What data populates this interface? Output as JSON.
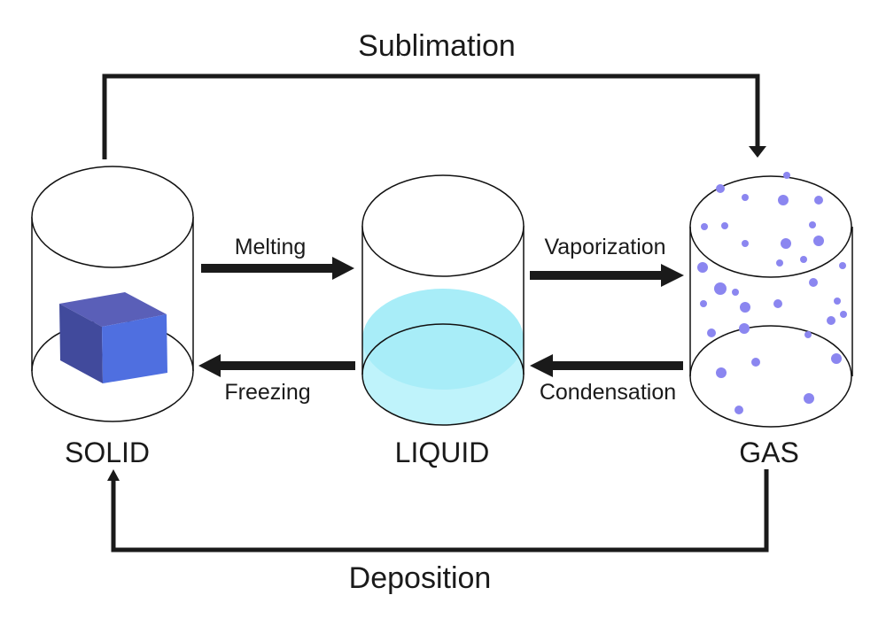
{
  "processes": {
    "sublimation": "Sublimation",
    "melting": "Melting",
    "vaporization": "Vaporization",
    "freezing": "Freezing",
    "condensation": "Condensation",
    "deposition": "Deposition"
  },
  "states": {
    "solid": "SOLID",
    "liquid": "LIQUID",
    "gas": "GAS"
  },
  "colors": {
    "arrow": "#1a1a1a",
    "cube_front": "#4f6fe0",
    "cube_side": "#414a9c",
    "cube_top": "#5a60b8",
    "liquid": "#bff3fb",
    "liquid_top": "#a6ebf8",
    "gas_particle": "#8b86f0"
  },
  "icons": {
    "solid": "cube-icon",
    "liquid": "liquid-fill",
    "gas": "gas-particles"
  }
}
